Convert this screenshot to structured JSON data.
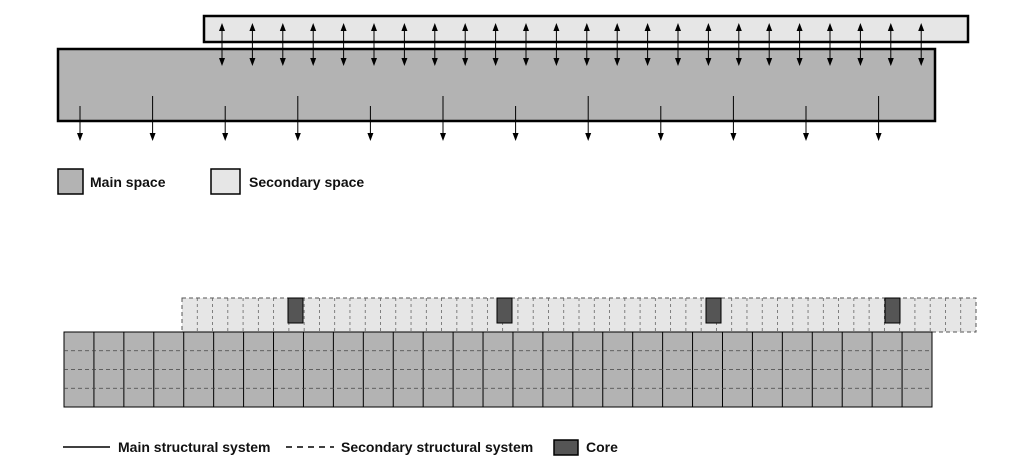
{
  "colors": {
    "main_space": "#b3b3b3",
    "secondary_space": "#e6e6e6",
    "core": "#555555",
    "line": "#000000",
    "secondary_line": "#555555"
  },
  "legend_top": {
    "main_space": "Main space",
    "secondary_space": "Secondary space"
  },
  "legend_bottom": {
    "main_structural": "Main structural system",
    "secondary_structural": "Secondary structural system",
    "core": "Core"
  },
  "top_diagram": {
    "main_arrow_count": 12,
    "secondary_arrow_count": 24
  },
  "bottom_diagram": {
    "main_bays": 29,
    "main_rows": 4,
    "secondary_bays": 52,
    "core_count": 4
  }
}
